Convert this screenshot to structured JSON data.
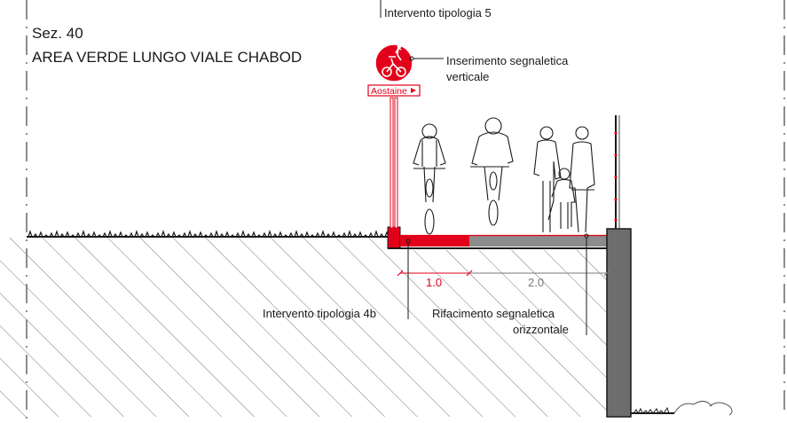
{
  "section": {
    "number_label": "Sez. 40",
    "title": "AREA VERDE LUNGO VIALE CHABOD"
  },
  "annotations": {
    "top": "Intervento tipologia 5",
    "sign_line1": "Inserimento segnaletica",
    "sign_line2": "verticale",
    "left_bottom": "Intervento tipologia 4b",
    "right_bottom_line1": "Rifacimento segnaletica",
    "right_bottom_line2": "orizzontale"
  },
  "sign": {
    "plate_text": "Aostaine"
  },
  "dimensions": {
    "red_lane": "1.0",
    "grey_lane": "2.0"
  },
  "colors": {
    "accent_red": "#e2001a",
    "lane_grey": "#8c8c8c",
    "wall_grey": "#6d6d6d",
    "ink": "#1a1a1a"
  },
  "icons": {
    "sign_symbol": "pedestrian-and-bicycle-icon",
    "people": "cyclists-and-pedestrians-figures"
  }
}
